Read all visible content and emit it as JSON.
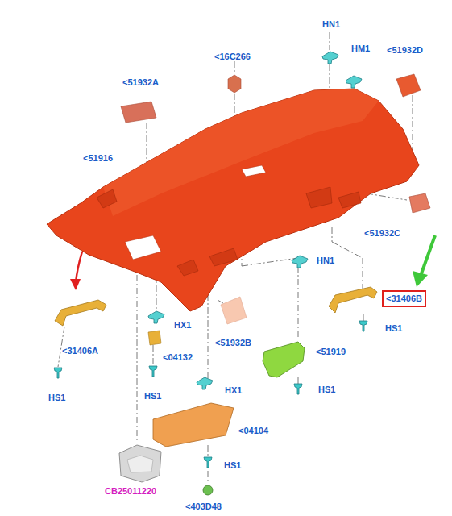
{
  "diagram": {
    "nodes": [
      {
        "text": [
          "<31406B"
        ]
      }
    ],
    "labels": [
      "HN1",
      "<16C266",
      "HM1",
      "<51932D",
      "<51932A",
      "<51916",
      "<51932C",
      "HN1",
      "HX1",
      "HS1",
      "<51932B",
      "<31406A",
      "<51919",
      "<04132",
      "HX1",
      "HS1",
      "HS1",
      "HS1",
      "<04104",
      "HS1",
      "CB25011220",
      "<403D48"
    ]
  }
}
